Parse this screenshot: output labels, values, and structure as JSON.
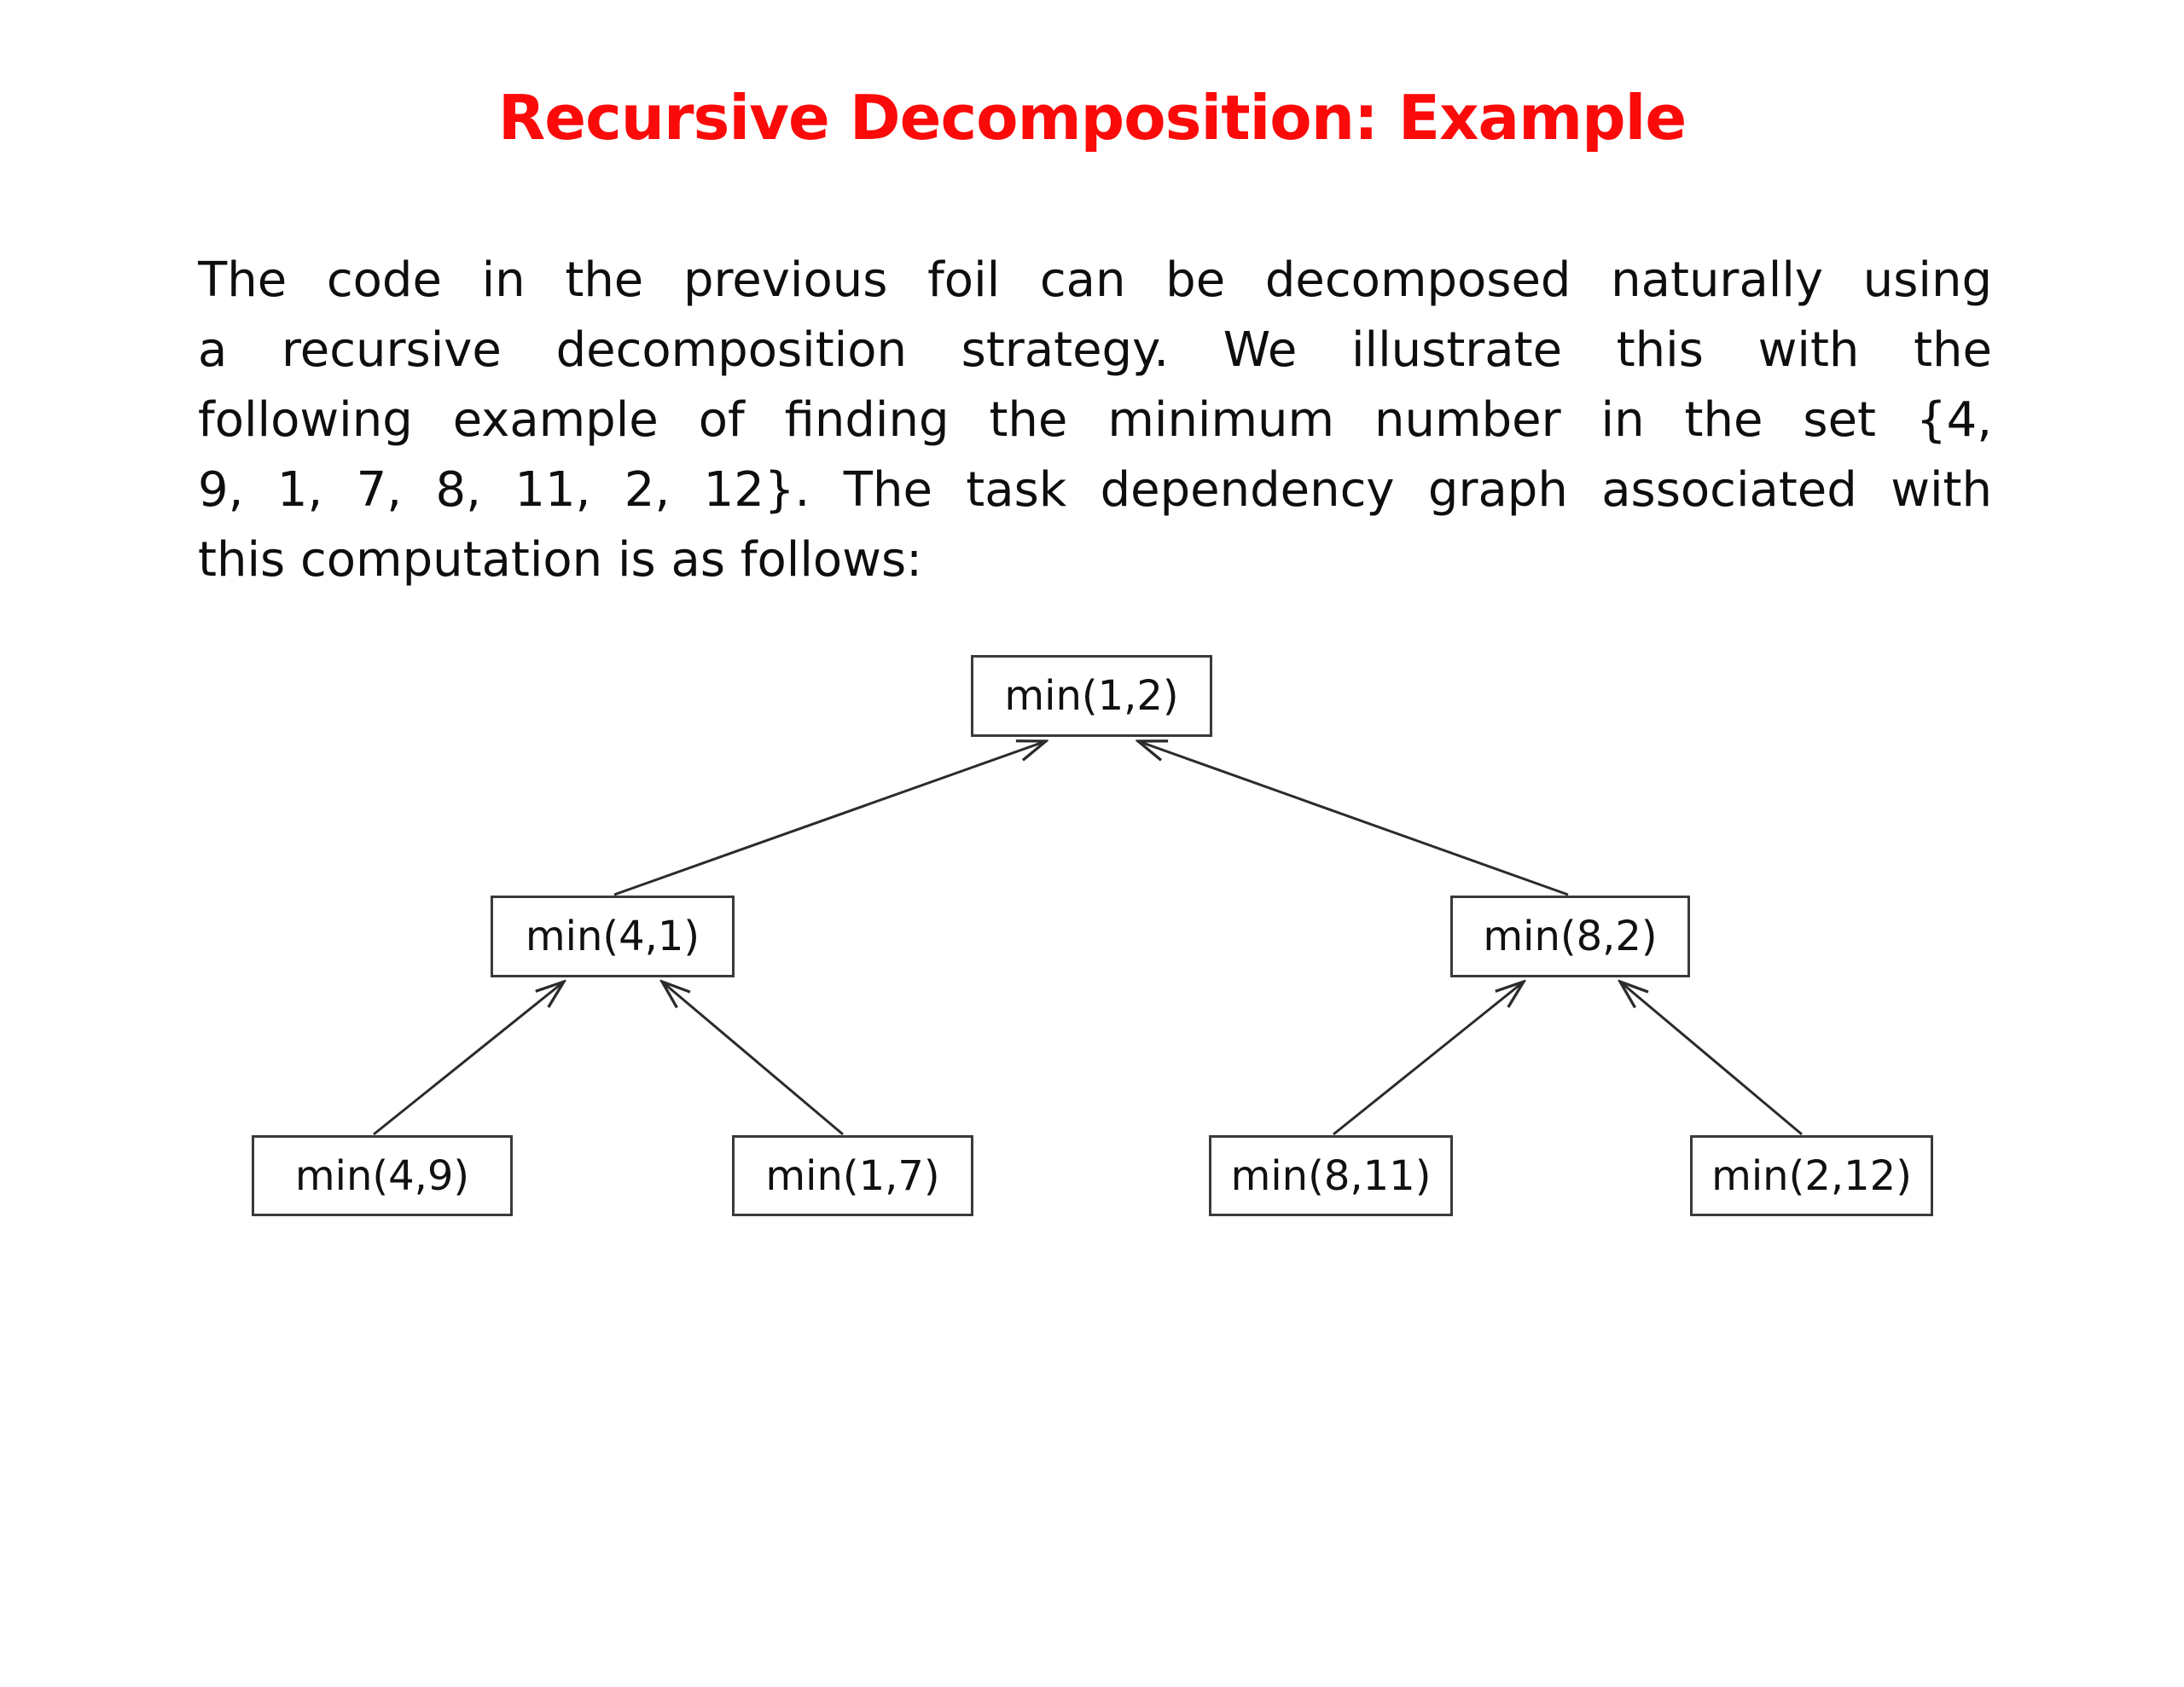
{
  "slide": {
    "title": "Recursive Decomposition: Example"
  },
  "paragraph": {
    "lines": [
      "The code in the previous foil can be decomposed naturally using",
      "a recursive decomposition strategy. We illustrate this with the",
      "following example of finding the minimum number in the set {4,",
      "9, 1, 7, 8, 11, 2, 12}. The task dependency graph associated with",
      "this computation is as follows:"
    ]
  },
  "diagram": {
    "nodes": {
      "root": "min(1,2)",
      "left": "min(4,1)",
      "right": "min(8,2)",
      "leaf1": "min(4,9)",
      "leaf2": "min(1,7)",
      "leaf3": "min(8,11)",
      "leaf4": "min(2,12)"
    },
    "edges": [
      {
        "from": "min(4,1)",
        "to": "min(1,2)"
      },
      {
        "from": "min(8,2)",
        "to": "min(1,2)"
      },
      {
        "from": "min(4,9)",
        "to": "min(4,1)"
      },
      {
        "from": "min(1,7)",
        "to": "min(4,1)"
      },
      {
        "from": "min(8,11)",
        "to": "min(8,2)"
      },
      {
        "from": "min(2,12)",
        "to": "min(8,2)"
      }
    ]
  },
  "colors": {
    "title": "#FB0A0A",
    "body_text": "#0E0E0E",
    "box_border": "#3A3A3A",
    "arrow": "#2B2B2B",
    "background": "#FFFFFF"
  }
}
